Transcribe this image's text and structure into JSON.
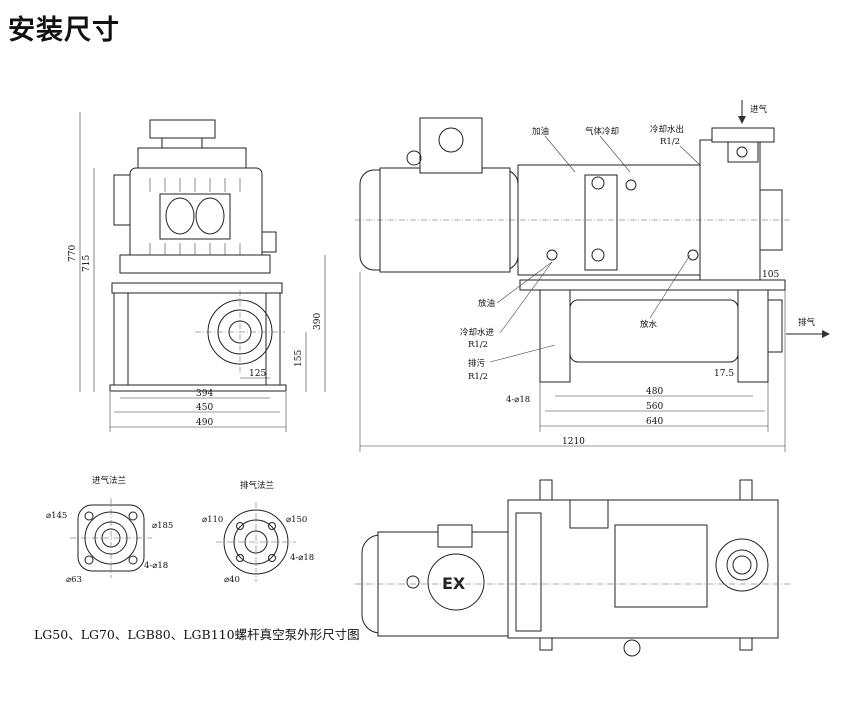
{
  "title": "安装尺寸",
  "caption": "LG50、LG70、LGB80、LGB110螺杆真空泵外形尺寸图",
  "front_view": {
    "dims": {
      "h770": "770",
      "h715": "715",
      "h390": "390",
      "h155": "155",
      "w125": "125",
      "w394": "394",
      "w450": "450",
      "w490": "490"
    }
  },
  "side_view": {
    "labels": {
      "intake": "进气",
      "oil_fill": "加油",
      "gas_cooling": "气体冷却",
      "cooling_water_out": "冷却水出",
      "cooling_water_out_spec": "R1/2",
      "oil_drain": "放油",
      "cooling_water_in": "冷却水进",
      "cooling_water_in_spec": "R1/2",
      "sewage": "排污",
      "sewage_spec": "R1/2",
      "water_drain": "放水",
      "exhaust": "排气"
    },
    "dims": {
      "d105": "105",
      "d17_5": "17.5",
      "holes": "4-⌀18",
      "d480": "480",
      "d560": "560",
      "d640": "640",
      "d1210": "1210"
    }
  },
  "intake_flange": {
    "title": "进气法兰",
    "d145": "⌀145",
    "d185": "⌀185",
    "holes": "4-⌀18",
    "d63": "⌀63"
  },
  "exhaust_flange": {
    "title": "排气法兰",
    "d110": "⌀110",
    "d150": "⌀150",
    "holes": "4-⌀18",
    "d40": "⌀40"
  },
  "top_view": {
    "motor_mark": "EX"
  }
}
